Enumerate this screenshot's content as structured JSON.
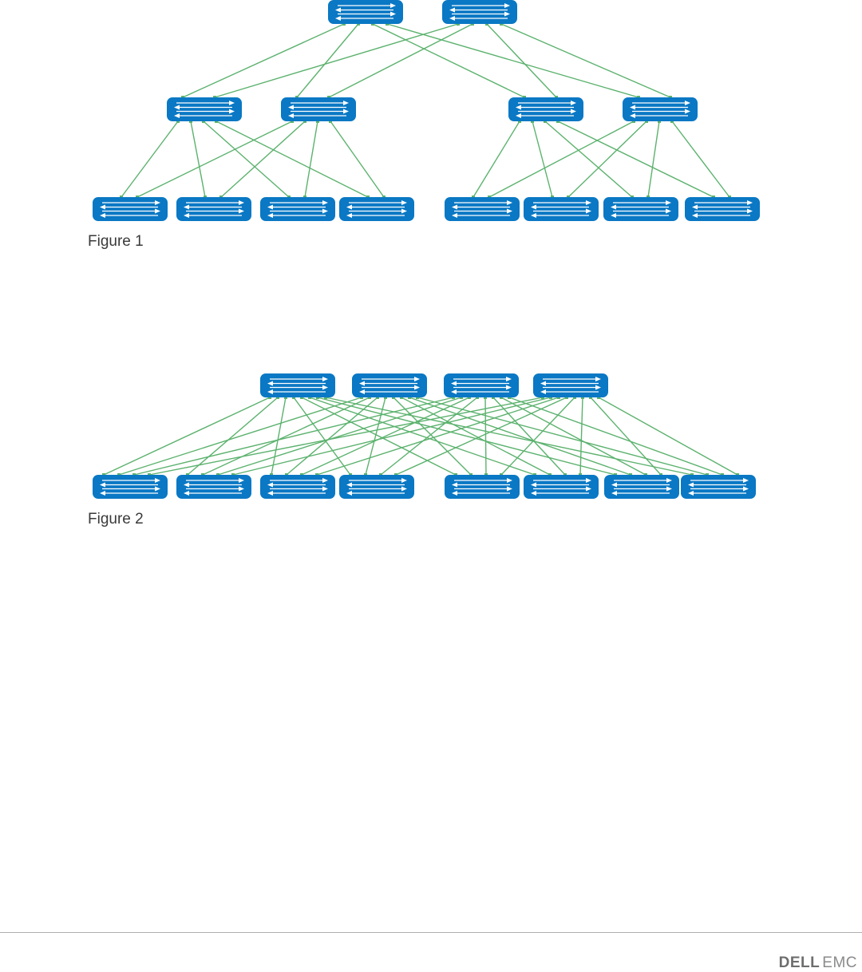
{
  "figures": [
    {
      "id": "fig1",
      "caption": "Figure 1",
      "spine_count": 2,
      "leaf_count": 4,
      "access_count": 8
    },
    {
      "id": "fig2",
      "caption": "Figure 2",
      "spine_count": 4,
      "leaf_count": 8
    }
  ],
  "switch_icon": "network-switch-icon",
  "colors": {
    "switch_fill": "#0a78c4",
    "switch_arrow": "#ffffff",
    "link": "#5cb26e",
    "caption_text": "#3a3a3a",
    "rule": "#b0b0b0"
  },
  "footer": {
    "logo_dell": "DELL",
    "logo_emc": "EMC"
  }
}
